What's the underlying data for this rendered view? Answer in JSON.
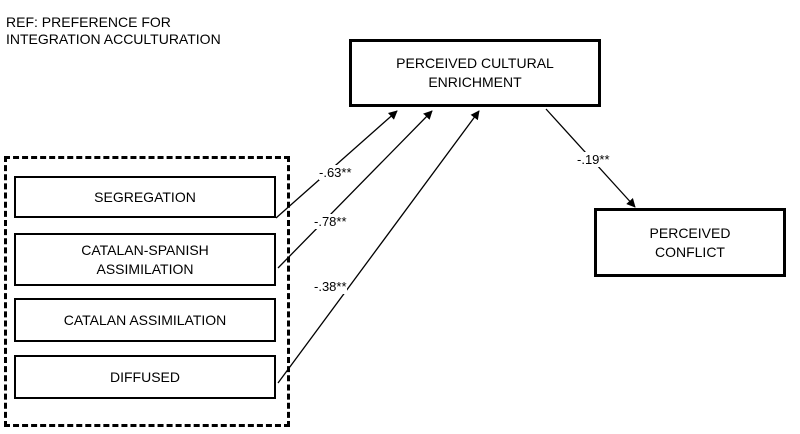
{
  "reference_note": "REF: PREFERENCE FOR\nINTEGRATION ACCULTURATION",
  "nodes": {
    "perceived_cultural_enrichment": "PERCEIVED CULTURAL\nENRICHMENT",
    "perceived_conflict": "PERCEIVED\nCONFLICT",
    "segregation": "SEGREGATION",
    "catalan_spanish_assimilation": "CATALAN-SPANISH\nASSIMILATION",
    "catalan_assimilation": "CATALAN ASSIMILATION",
    "diffused": "DIFFUSED"
  },
  "paths": {
    "segregation_to_enrichment": "-.63**",
    "catalan_spanish_to_enrichment": "-.78**",
    "diffused_to_enrichment": "-.38**",
    "enrichment_to_conflict": "-.19**"
  }
}
